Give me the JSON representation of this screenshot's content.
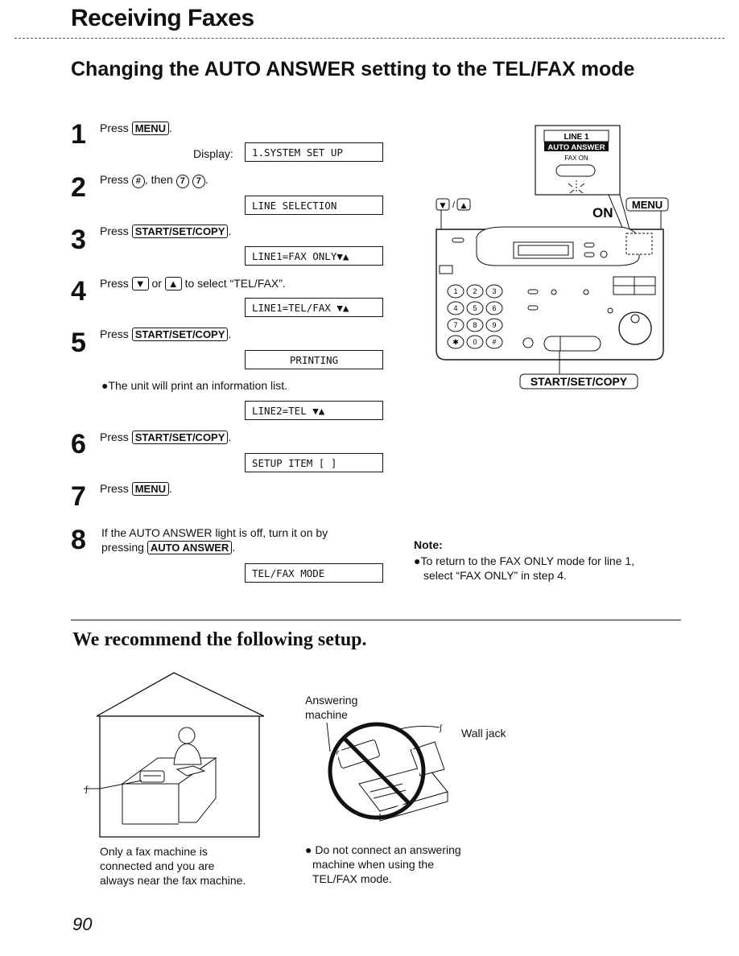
{
  "header": {
    "title": "Receiving Faxes"
  },
  "section": {
    "title": "Changing the AUTO ANSWER setting to the TEL/FAX mode"
  },
  "keys": {
    "menu": "MENU",
    "hash": "#",
    "seven": "7",
    "down": "▼",
    "up": "▲",
    "start": "START/SET/COPY",
    "auto_answer": "AUTO ANSWER"
  },
  "steps": [
    {
      "num": "1",
      "pre": "Press",
      "post": "."
    },
    {
      "num": "2",
      "pre": "Press",
      "mid": ", then",
      "post": "."
    },
    {
      "num": "3",
      "pre": "Press",
      "post": "."
    },
    {
      "num": "4",
      "pre": "Press",
      "mid": "or",
      "post": "to select “TEL/FAX”."
    },
    {
      "num": "5",
      "pre": "Press",
      "post": "."
    },
    {
      "num": "6",
      "pre": "Press",
      "post": "."
    },
    {
      "num": "7",
      "pre": "Press",
      "post": "."
    },
    {
      "num": "8",
      "line1": "If the AUTO ANSWER light is off, turn it on by",
      "pre": "pressing",
      "post": "."
    }
  ],
  "display_label": "Display:",
  "displays": {
    "d1": "1.SYSTEM SET UP",
    "d2": "LINE SELECTION",
    "d3": "LINE1=FAX ONLY▼▲",
    "d4": "LINE1=TEL/FAX  ▼▲",
    "d5": "PRINTING",
    "d6": "LINE2=TEL       ▼▲",
    "d7": "SETUP ITEM [   ]",
    "d8": "TEL/FAX MODE"
  },
  "print_note": "●The unit will print an information list.",
  "figure": {
    "line1": "LINE 1",
    "auto_answer": "AUTO ANSWER",
    "fax_on": "FAX ON",
    "on": "ON",
    "menu": "MENU",
    "arrows": "▼/▲",
    "start": "START/SET/COPY",
    "keypad": [
      "1",
      "2",
      "3",
      "4",
      "5",
      "6",
      "7",
      "8",
      "9",
      "✱",
      "0",
      "#"
    ]
  },
  "note": {
    "title": "Note:",
    "line1": "●To return to the FAX ONLY mode for line 1,",
    "line2": "select “FAX ONLY” in step 4."
  },
  "recommend": {
    "title": "We recommend the following setup.",
    "left_caption": [
      "Only a fax machine is",
      "connected and you are",
      "always near the fax machine."
    ],
    "answering_label": [
      "Answering",
      "machine"
    ],
    "wall_jack": "Wall jack",
    "right_caption": [
      "● Do not connect an answering",
      "machine when using the",
      "TEL/FAX mode."
    ]
  },
  "page_number": "90"
}
